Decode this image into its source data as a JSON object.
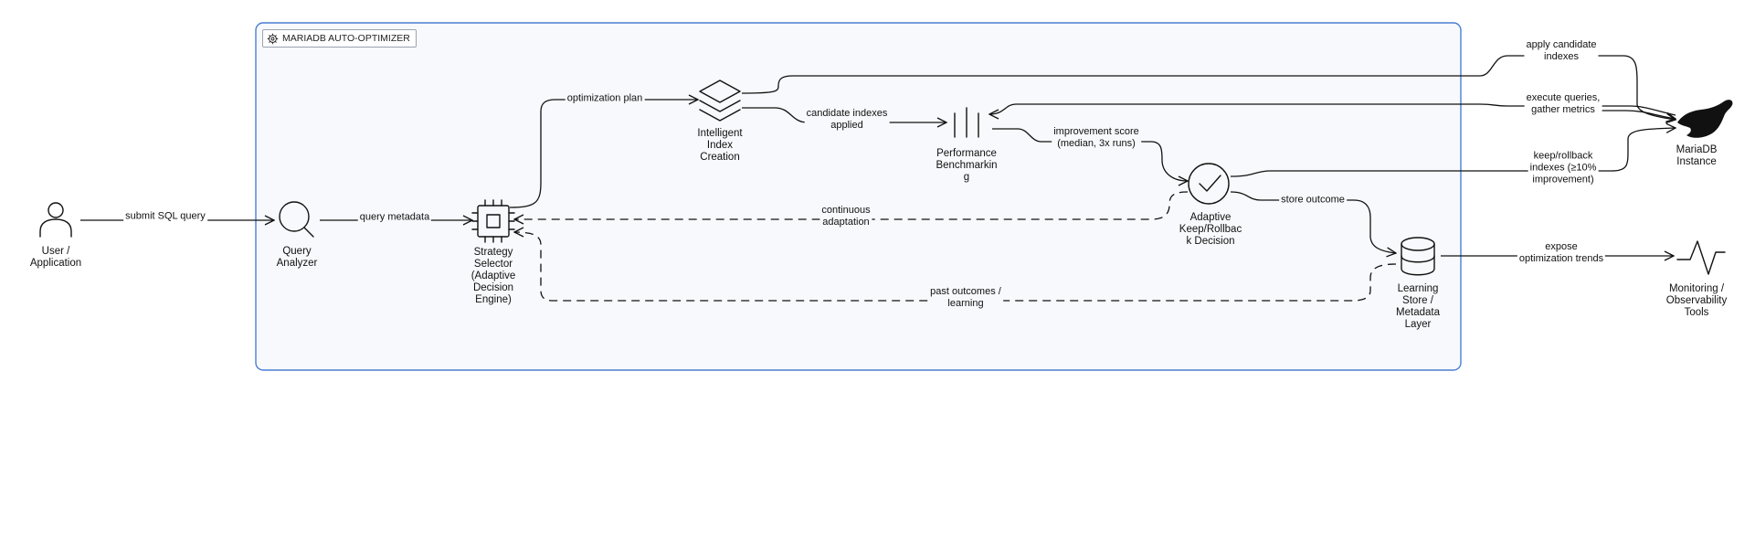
{
  "group": {
    "title": "MARIADB AUTO-OPTIMIZER",
    "icon": "gear-chip-icon"
  },
  "nodes": {
    "user": {
      "label1": "User /",
      "label2": "Application",
      "icon": "user-icon"
    },
    "analyzer": {
      "label1": "Query",
      "label2": "Analyzer",
      "icon": "search-icon"
    },
    "selector": {
      "label1": "Strategy",
      "label2": "Selector",
      "label3": "(Adaptive",
      "label4": "Decision",
      "label5": "Engine)",
      "icon": "cpu-chip-icon"
    },
    "index": {
      "label1": "Intelligent",
      "label2": "Index",
      "label3": "Creation",
      "icon": "layers-icon"
    },
    "bench": {
      "label1": "Performance",
      "label2": "Benchmarkin",
      "label3": "g",
      "icon": "bars-icon"
    },
    "decision": {
      "label1": "Adaptive",
      "label2": "Keep/Rollbac",
      "label3": "k Decision",
      "icon": "check-circle-icon"
    },
    "store": {
      "label1": "Learning",
      "label2": "Store /",
      "label3": "Metadata",
      "label4": "Layer",
      "icon": "database-icon"
    },
    "mariadb": {
      "label1": "MariaDB",
      "label2": "Instance",
      "icon": "seal-icon"
    },
    "monitor": {
      "label1": "Monitoring /",
      "label2": "Observability",
      "label3": "Tools",
      "icon": "activity-icon"
    }
  },
  "edges": {
    "submit": "submit SQL query",
    "metadata": "query metadata",
    "plan": "optimization plan",
    "applied1": "candidate indexes",
    "applied2": "applied",
    "score1": "improvement score",
    "score2": "(median, 3x runs)",
    "apply1": "apply candidate",
    "apply2": "indexes",
    "exec1": "execute queries,",
    "exec2": "gather metrics",
    "keep1": "keep/rollback",
    "keep2": "indexes (≥10%",
    "keep3": "improvement)",
    "store_outcome": "store outcome",
    "continuous1": "continuous",
    "continuous2": "adaptation",
    "past1": "past outcomes /",
    "past2": "learning",
    "expose1": "expose",
    "expose2": "optimization trends"
  },
  "colors": {
    "group_border": "#4a7fd4",
    "group_fill": "#f7f9fc",
    "stroke": "#111111"
  }
}
